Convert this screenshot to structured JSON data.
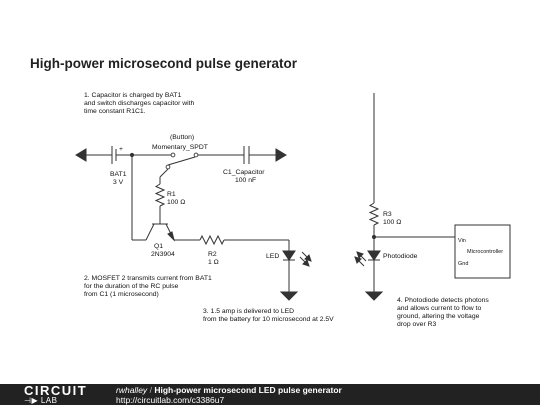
{
  "title": "High-power microsecond pulse generator",
  "notes": {
    "n1": [
      "1. Capacitor is charged by BAT1",
      "and switch discharges capacitor with",
      "time constant R1C1."
    ],
    "n2": [
      "2. MOSFET 2 transmits current from BAT1",
      "for the duration of the RC pulse",
      "from C1 (1 microsecond)"
    ],
    "n3": [
      "3. 1.5 amp is delivered to LED",
      "from the battery for 10 microsecond at 2.5V"
    ],
    "n4": [
      "4. Photodiode detects photons",
      "and allows current to flow to",
      "ground, altering the voltage",
      "drop over R3"
    ]
  },
  "components": {
    "bat1": {
      "name": "BAT1",
      "value": "3 V",
      "plus": "+"
    },
    "switch": {
      "tag": "(Button)",
      "name": "Momentary_SPDT"
    },
    "c1": {
      "name": "C1_Capacitor",
      "value": "100 nF"
    },
    "r1": {
      "name": "R1",
      "value": "100 Ω"
    },
    "q1": {
      "name": "Q1",
      "value": "2N3904"
    },
    "r2": {
      "name": "R2",
      "value": "1 Ω"
    },
    "led": {
      "name": "LED"
    },
    "r3": {
      "name": "R3",
      "value": "100 Ω"
    },
    "photodiode": {
      "name": "Photodiode"
    },
    "micro": {
      "vin": "Vin",
      "name": "Microcontroller",
      "gnd": "Gnd"
    }
  },
  "footer": {
    "logo_top": "CIRCUIT",
    "logo_bottom": "LAB",
    "author": "rwhalley",
    "separator": "/",
    "circuit_title": "High-power microsecond LED pulse generator",
    "url": "http://circuitlab.com/c3386u7"
  }
}
